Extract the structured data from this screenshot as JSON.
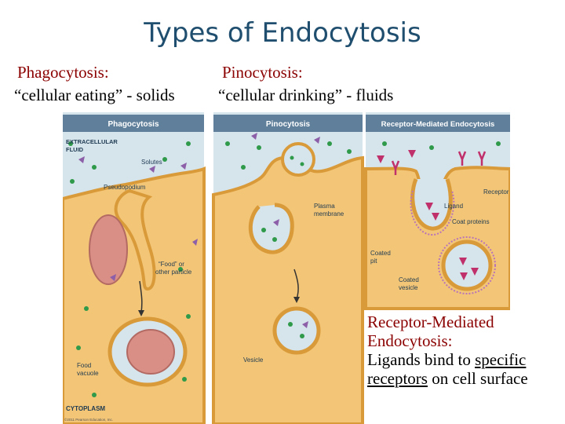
{
  "slide": {
    "title": "Types of Endocytosis",
    "phagocytosis_heading": "Phagocytosis:",
    "phagocytosis_desc": "“cellular eating” - solids",
    "pinocytosis_heading": "Pinocytosis:",
    "pinocytosis_desc": "“cellular drinking” - fluids",
    "rme_heading_line1": "Receptor-Mediated",
    "rme_heading_line2": "Endocytosis:",
    "rme_desc_line1_a": "Ligands bind to ",
    "rme_desc_line1_b": "specific",
    "rme_desc_line2_a": "receptors",
    "rme_desc_line2_b": " on cell surface"
  },
  "figure": {
    "panel1": {
      "header": "Phagocytosis",
      "extracellular_1": "EXTRACELLULAR",
      "extracellular_2": "FLUID",
      "solutes": "Solutes",
      "pseudopodium": "Pseudopodium",
      "food_1": "“Food” or",
      "food_2": "other particle",
      "vacuole_1": "Food",
      "vacuole_2": "vacuole",
      "cytoplasm": "CYTOPLASM",
      "copyright": "©2011 Pearson Education, Inc."
    },
    "panel2": {
      "header": "Pinocytosis",
      "plasma_1": "Plasma",
      "plasma_2": "membrane",
      "vesicle": "Vesicle"
    },
    "panel3": {
      "header": "Receptor-Mediated Endocytosis",
      "receptor": "Receptor",
      "ligand": "Ligand",
      "coat": "Coat proteins",
      "pit_1": "Coated",
      "pit_2": "pit",
      "cvesicle_1": "Coated",
      "cvesicle_2": "vesicle"
    },
    "colors": {
      "header_bar": "#5f7f9a",
      "fluid": "#d6e4ec",
      "cytoplasm": "#f3c576",
      "membrane": "#d99a3a",
      "particle": "#d98f86",
      "solute_dot": "#2f9a4a",
      "solute_triangle": "#8c5fa8",
      "ligand": "#c0306a"
    }
  }
}
